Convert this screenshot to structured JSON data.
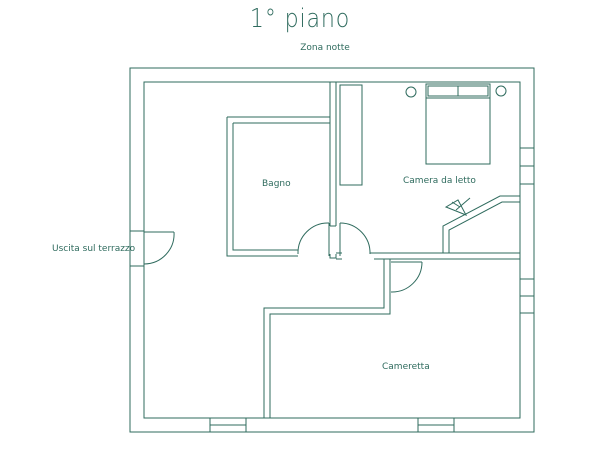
{
  "colors": {
    "line": "#2f6b5e",
    "text": "#2f6b5e",
    "background": "#ffffff"
  },
  "plan": {
    "title": "1° piano",
    "subtitle": "Zona notte",
    "rooms": {
      "bathroom": "Bagno",
      "bedroom": "Camera da letto",
      "small_bedroom": "Cameretta"
    },
    "exit_label": "Uscita sul terrazzo"
  }
}
